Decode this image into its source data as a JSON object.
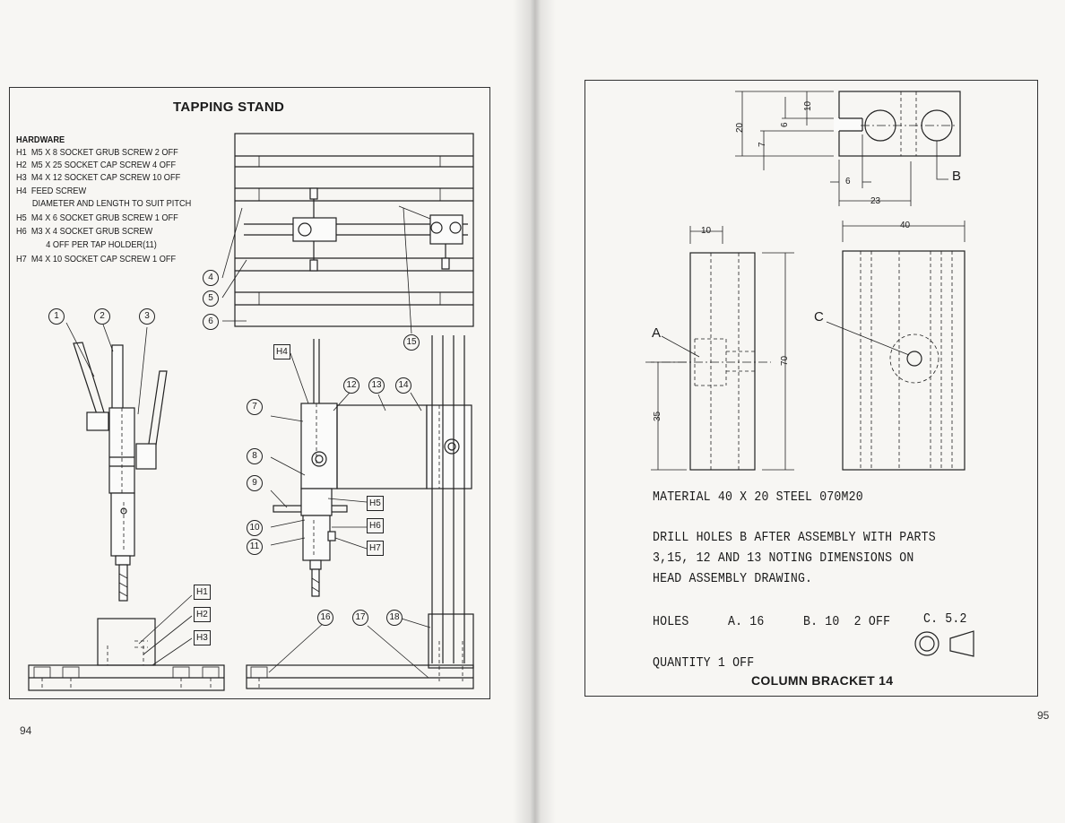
{
  "left_page": {
    "title": "TAPPING STAND",
    "hardware_heading": "HARDWARE",
    "hardware_lines": [
      "H1  M5 X 8 SOCKET GRUB SCREW 2 OFF",
      "H2  M5 X 25 SOCKET CAP SCREW 4 OFF",
      "H3  M4 X 12 SOCKET CAP SCREW 10 OFF",
      "H4  FEED SCREW",
      "       DIAMETER AND LENGTH TO SUIT PITCH",
      "H5  M4 X 6 SOCKET GRUB SCREW 1 OFF",
      "H6  M3 X 4 SOCKET GRUB SCREW",
      "             4 OFF PER TAP HOLDER(11)",
      "H7  M4 X 10 SOCKET CAP SCREW 1 OFF"
    ],
    "balloons": [
      "1",
      "2",
      "3",
      "4",
      "5",
      "6",
      "7",
      "8",
      "9",
      "10",
      "11",
      "12",
      "13",
      "14",
      "15",
      "16",
      "17",
      "18"
    ],
    "hardware_tags": [
      "H1",
      "H2",
      "H3",
      "H4",
      "H5",
      "H6",
      "H7"
    ],
    "page_number": "94"
  },
  "right_page": {
    "dimensions": {
      "d20": "20",
      "d10": "10",
      "d6a": "6",
      "d7": "7",
      "d6b": "6",
      "d23": "23",
      "d10b": "10",
      "d40": "40",
      "d70": "70",
      "d35": "35"
    },
    "labels": {
      "a": "A",
      "b": "B",
      "c": "C"
    },
    "material": "MATERIAL 40 X 20 STEEL 070M20",
    "note_lines": [
      "DRILL HOLES B AFTER ASSEMBLY WITH PARTS",
      "3,15, 12 AND 13 NOTING DIMENSIONS ON",
      "HEAD ASSEMBLY DRAWING."
    ],
    "holes": {
      "label": "HOLES",
      "a": "A. 16",
      "b": "B. 10  2 OFF",
      "c": "C. 5.2"
    },
    "quantity": "QUANTITY 1 OFF",
    "caption": "COLUMN BRACKET 14",
    "page_number": "95"
  }
}
